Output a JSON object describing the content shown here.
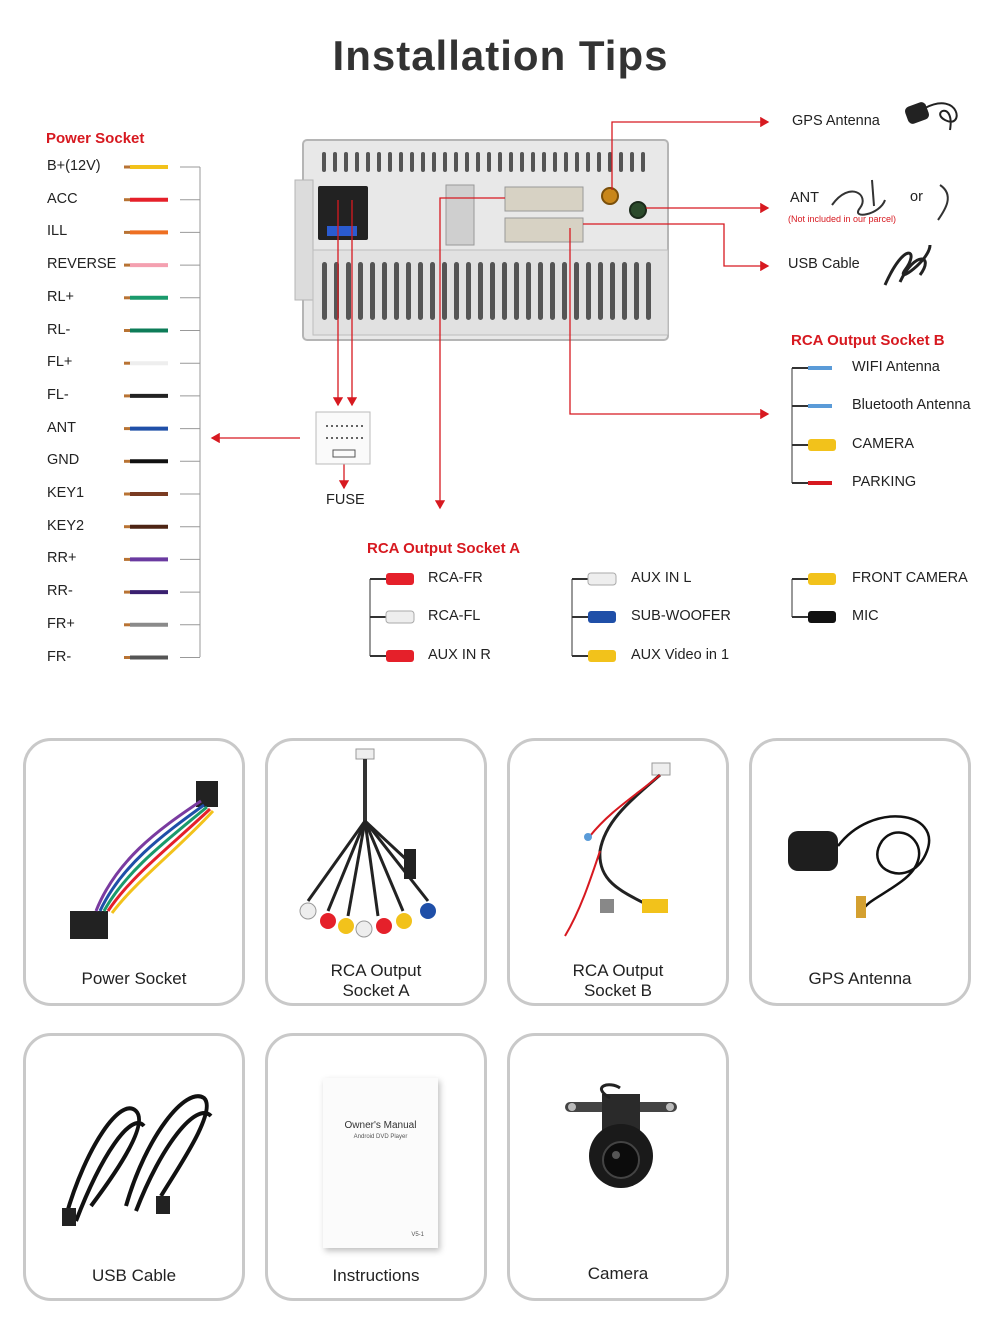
{
  "title": "Installation Tips",
  "power_socket": {
    "heading": "Power Socket",
    "wires": [
      {
        "label": "B+(12V)",
        "color": "#f2c21b"
      },
      {
        "label": "ACC",
        "color": "#e5202a"
      },
      {
        "label": "ILL",
        "color": "#ee6f22"
      },
      {
        "label": "REVERSE",
        "color": "#f4a0b0"
      },
      {
        "label": "RL+",
        "color": "#1a9a6c"
      },
      {
        "label": "RL-",
        "color": "#0d7c58"
      },
      {
        "label": "FL+",
        "color": "#f2f2f2"
      },
      {
        "label": "FL-",
        "color": "#222222"
      },
      {
        "label": "ANT",
        "color": "#1f4fa8"
      },
      {
        "label": "GND",
        "color": "#111111"
      },
      {
        "label": "KEY1",
        "color": "#7a3b22"
      },
      {
        "label": "KEY2",
        "color": "#4d2414"
      },
      {
        "label": "RR+",
        "color": "#6a3aa0"
      },
      {
        "label": "RR-",
        "color": "#3a2070"
      },
      {
        "label": "FR+",
        "color": "#8a8a8a"
      },
      {
        "label": "FR-",
        "color": "#555555"
      }
    ]
  },
  "fuse_label": "FUSE",
  "right_connections": {
    "gps": "GPS Antenna",
    "ant": "ANT",
    "ant_note": "(Not included in our parcel)",
    "or": "or",
    "usb": "USB Cable"
  },
  "rca_b": {
    "heading": "RCA Output Socket B",
    "items": [
      {
        "label": "WIFI Antenna",
        "color": "#5a9bd8"
      },
      {
        "label": "Bluetooth Antenna",
        "color": "#5a9bd8"
      },
      {
        "label": "CAMERA",
        "color": "#f2c21b"
      },
      {
        "label": "PARKING",
        "color": "#d71920"
      }
    ]
  },
  "rca_a": {
    "heading": "RCA Output Socket A",
    "col1": [
      {
        "label": "RCA-FR",
        "color": "#e5202a"
      },
      {
        "label": "RCA-FL",
        "color": "#eeeeee"
      },
      {
        "label": "AUX IN R",
        "color": "#e5202a"
      }
    ],
    "col2": [
      {
        "label": "AUX IN L",
        "color": "#eeeeee"
      },
      {
        "label": "SUB-WOOFER",
        "color": "#1f4fa8"
      },
      {
        "label": "AUX Video in 1",
        "color": "#f2c21b"
      }
    ],
    "col3": [
      {
        "label": "FRONT CAMERA",
        "color": "#f2c21b"
      },
      {
        "label": "MIC",
        "color": "#111111"
      }
    ]
  },
  "accessories": {
    "power_socket": "Power Socket",
    "rca_a_line1": "RCA Output",
    "rca_a_line2": "Socket A",
    "rca_b_line1": "RCA Output",
    "rca_b_line2": "Socket B",
    "gps": "GPS Antenna",
    "usb": "USB Cable",
    "instructions": "Instructions",
    "camera": "Camera",
    "manual_title": "Owner's Manual",
    "manual_subtitle": "Android DVD Player",
    "manual_code": "V5-1"
  },
  "colors": {
    "accent": "#d71920",
    "card_border": "#c9c9c9",
    "line": "#d71920"
  }
}
